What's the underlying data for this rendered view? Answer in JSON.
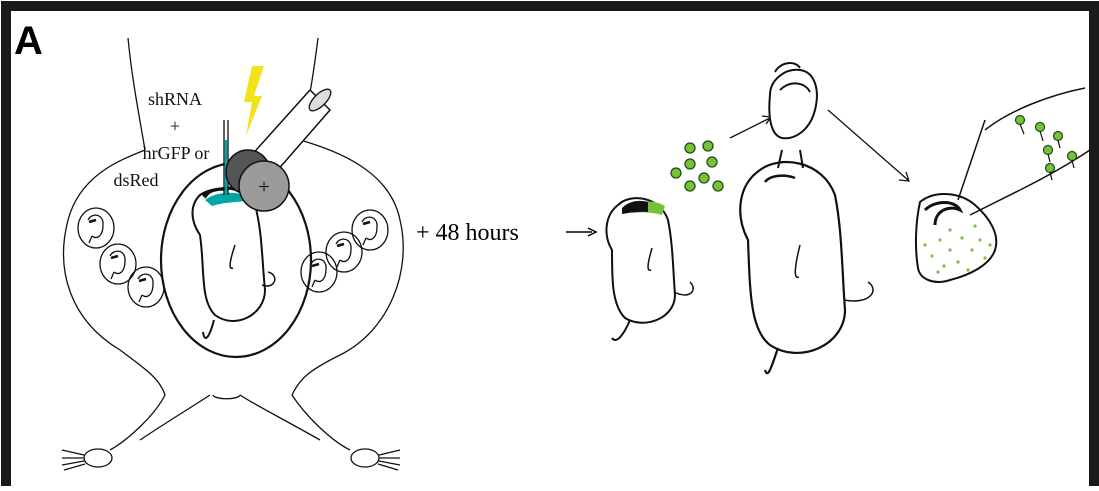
{
  "panel": {
    "label": "A"
  },
  "injection": {
    "line1": "shRNA",
    "line2": "+",
    "line3": "hrGFP or",
    "line4": "dsRed",
    "electrode_sign": "+"
  },
  "timeline": {
    "label": "+ 48 hours",
    "arrow": "⟶"
  },
  "colors": {
    "frame": "#1a1a1a",
    "outline": "#111111",
    "lightning": "#f2e21a",
    "cyan_injection": "#00a6a6",
    "gfp_green": "#78c23a",
    "electrode_gray": "#9a9a9a",
    "electrode_dark": "#555555"
  },
  "icons": {
    "lightning": "lightning-icon",
    "electrode": "electrode-icon"
  }
}
